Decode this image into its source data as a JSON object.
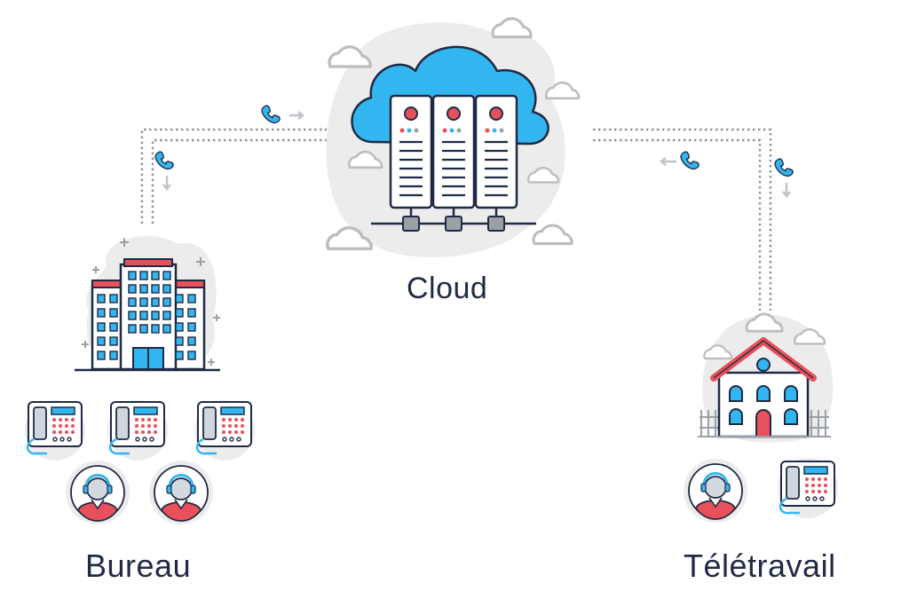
{
  "labels": {
    "cloud": "Cloud",
    "bureau": "Bureau",
    "teletravail": "Télétravail"
  },
  "nodes": [
    {
      "id": "cloud",
      "icon": "cloud-server-icon"
    },
    {
      "id": "bureau",
      "icon": "office-building-icon"
    },
    {
      "id": "teletravail",
      "icon": "house-icon"
    }
  ],
  "devices": {
    "bureau": {
      "desk_phones": 3,
      "agents": 2
    },
    "teletravail": {
      "desk_phones": 1,
      "agents": 1
    }
  },
  "colors": {
    "navy": "#1f2a44",
    "sky": "#33b6f0",
    "red": "#e8505b",
    "line": "#9aa0a6",
    "blob": "#ececec",
    "cloud_outline": "#c8c8c8"
  }
}
